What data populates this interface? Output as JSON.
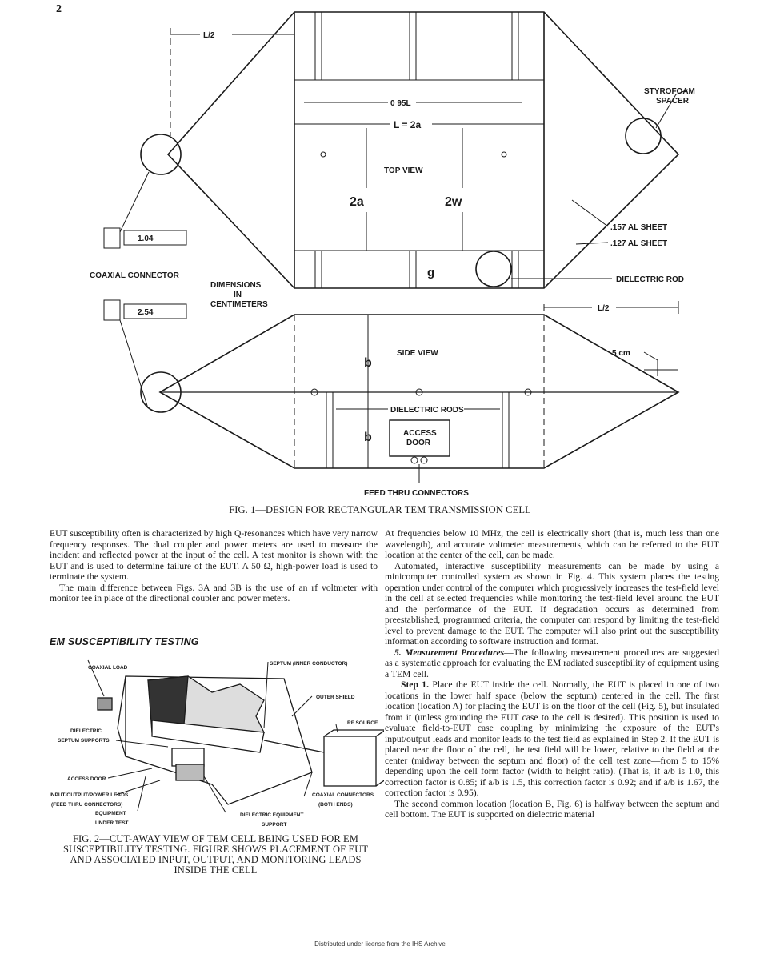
{
  "page_number": "2",
  "figure1": {
    "labels": {
      "half_length_left": "L/2",
      "inner_length": "0 95L",
      "length": "L = 2a",
      "top_view": "TOP VIEW",
      "width_2a": "2a",
      "width_2w": "2w",
      "gap_g": "g",
      "styrofoam_1": "STYROFOAM",
      "styrofoam_2": "SPACER",
      "sheet_157": ".157 AL SHEET",
      "sheet_127": ".127 AL SHEET",
      "dielectric_rod": "DIELECTRIC ROD",
      "coaxial_connector": "COAXIAL CONNECTOR",
      "dim_1": "DIMENSIONS",
      "dim_2": "IN",
      "dim_3": "CENTIMETERS",
      "dim_104": "1.04",
      "dim_254": "2.54",
      "half_length_right": "L/2",
      "side_view": "SIDE VIEW",
      "height_b_top": "b",
      "height_b_bottom": "b",
      "five_cm": "5 cm",
      "dielectric_rods": "DIELECTRIC RODS",
      "access_1": "ACCESS",
      "access_2": "DOOR",
      "feed_thru": "FEED THRU CONNECTORS"
    },
    "caption": "FIG. 1—DESIGN FOR RECTANGULAR TEM TRANSMISSION CELL"
  },
  "left_column": {
    "paragraphs": [
      "EUT susceptibility often is characterized by high Q-resonances which have very narrow frequency responses. The dual coupler and power meters are used to measure the incident and reflected power at the input of the cell. A test monitor is shown with the EUT and is used to determine failure of the EUT. A 50 Ω, high-power load is used to terminate the system.",
      "The main difference between Figs. 3A and 3B is the use of an rf voltmeter with monitor tee in place of the directional coupler and power meters."
    ],
    "heading": "EM SUSCEPTIBILITY TESTING"
  },
  "figure2": {
    "labels": {
      "coaxial_load": "COAXIAL LOAD",
      "septum": "SEPTUM (INNER CONDUCTOR)",
      "outer_shield": "OUTER SHIELD",
      "rf_source": "RF SOURCE",
      "dielectric_1": "DIELECTRIC",
      "dielectric_2": "SEPTUM SUPPORTS",
      "access_door": "ACCESS DOOR",
      "leads_1": "INPUT/OUTPUT/POWER LEADS",
      "leads_2": "(FEED THRU CONNECTORS)",
      "coax_conn_1": "COAXIAL CONNECTORS",
      "coax_conn_2": "(BOTH ENDS)",
      "eut_1": "EQUIPMENT",
      "eut_2": "UNDER TEST",
      "support_1": "DIELECTRIC EQUIPMENT",
      "support_2": "SUPPORT"
    },
    "caption_lines": [
      "FIG. 2—CUT-AWAY VIEW OF TEM CELL BEING USED FOR EM",
      "SUSCEPTIBILITY TESTING. FIGURE SHOWS PLACEMENT OF EUT",
      "AND ASSOCIATED INPUT, OUTPUT, AND MONITORING LEADS",
      "INSIDE THE CELL"
    ]
  },
  "right_column": {
    "p1": "At frequencies below 10 MHz, the cell is electrically short (that is, much less than one wavelength), and accurate voltmeter measurements, which can be referred to the EUT location at the center of the cell, can be made.",
    "p2": "Automated, interactive susceptibility measurements can be made by using a minicomputer controlled system as shown in Fig. 4. This system places the testing operation under control of the computer which progressively increases the test-field level in the cell at selected frequencies while monitoring the test-field level around the EUT and the performance of the EUT. If degradation occurs as determined from preestablished, programmed criteria, the computer can respond by limiting the test-field level to prevent damage to the EUT. The computer will also print out the susceptibility information according to software instruction and format.",
    "p3_lead": "5. Measurement Procedures",
    "p3": "—The following measurement procedures are suggested as a systematic approach for evaluating the EM radiated susceptibility of equipment using a TEM cell.",
    "p4_lead": "Step 1.",
    "p4": " Place the EUT inside the cell. Normally, the EUT is placed in one of two locations in the lower half space (below the septum) centered in the cell. The first location (location A) for placing the EUT is on the floor of the cell (Fig. 5), but insulated from it (unless grounding the EUT case to the cell is desired). This position is used to evaluate field-to-EUT case coupling by minimizing the exposure of the EUT's input/output leads and monitor leads to the test field as explained in Step 2. If the EUT is placed near the floor of the cell, the test field will be lower, relative to the field at the center (midway between the septum and floor) of the cell test zone—from 5 to 15% depending upon the cell form factor (width to height ratio). (That is, if a/b is 1.0, this correction factor is 0.85; if a/b is 1.5, this correction factor is 0.92; and if a/b is 1.67, the correction factor is 0.95).",
    "p5": "The second common location (location B, Fig. 6) is halfway between the septum and cell bottom. The EUT is supported on dielectric material"
  },
  "footer": "Distributed under license from the IHS Archive"
}
